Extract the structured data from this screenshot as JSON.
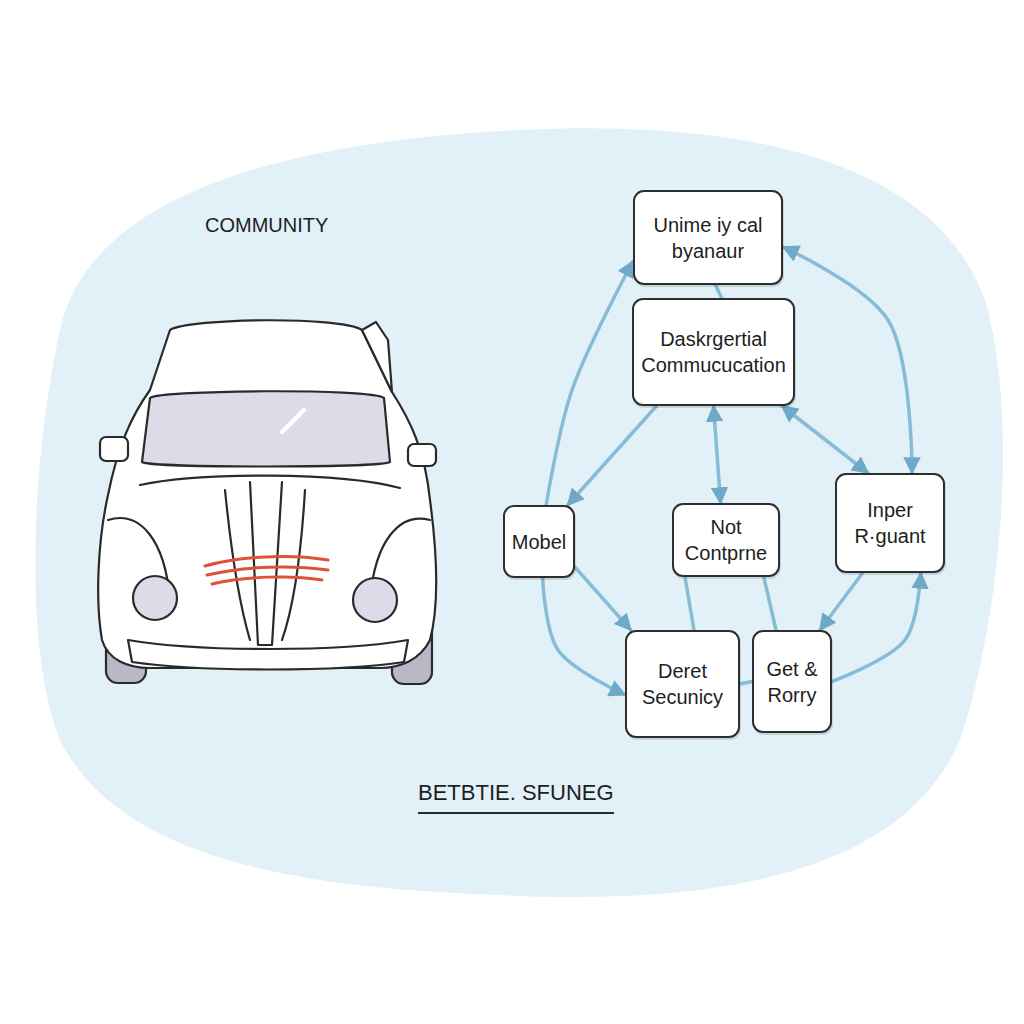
{
  "diagram": {
    "caption": "BETBTIE. SFUNEG",
    "nodes": [
      {
        "text": [
          "Unime iy cal byanaur"
        ]
      },
      {
        "text": [
          "Daskrgertial Commucucation"
        ]
      },
      {
        "text": [
          "Mobel"
        ]
      },
      {
        "text": [
          "Not Contprne"
        ]
      },
      {
        "text": [
          "Inper R·guant"
        ]
      },
      {
        "text": [
          "Deret Secunicy"
        ]
      },
      {
        "text": [
          "Get & Rorry"
        ]
      }
    ],
    "edges": [
      {
        "from": 0,
        "to": 1,
        "arrow": "none"
      },
      {
        "from": 1,
        "to": 2,
        "arrow": "to"
      },
      {
        "from": 1,
        "to": 3,
        "arrow": "both"
      },
      {
        "from": 1,
        "to": 4,
        "arrow": "both"
      },
      {
        "from": 2,
        "to": 5,
        "arrow": "to"
      },
      {
        "from": 3,
        "to": 5,
        "arrow": "none"
      },
      {
        "from": 3,
        "to": 6,
        "arrow": "none"
      },
      {
        "from": 5,
        "to": 6,
        "arrow": "none"
      },
      {
        "from": 2,
        "to": 0,
        "arrow": "to"
      },
      {
        "from": 2,
        "to": 5,
        "arrow": "to"
      },
      {
        "from": 0,
        "to": 4,
        "arrow": "both"
      },
      {
        "from": 6,
        "to": 4,
        "arrow": "to"
      },
      {
        "from": 4,
        "to": 6,
        "arrow": "to"
      }
    ],
    "labels": [
      "COMMUNITY"
    ]
  }
}
